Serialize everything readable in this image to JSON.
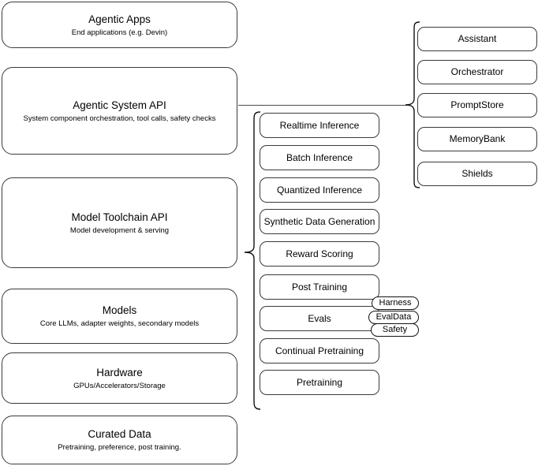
{
  "diagram": {
    "title": "Agentic stack layers",
    "stroke_color": "#3a3a3a",
    "background_color": "#ffffff"
  },
  "layers": [
    {
      "id": "agentic-apps",
      "title": "Agentic Apps",
      "subtitle": "End applications (e.g. Devin)"
    },
    {
      "id": "agentic-system-api",
      "title": "Agentic System API",
      "subtitle": "System component orchestration, tool calls, safety checks"
    },
    {
      "id": "model-toolchain-api",
      "title": "Model Toolchain API",
      "subtitle": "Model development & serving"
    },
    {
      "id": "models",
      "title": "Models",
      "subtitle": "Core LLMs, adapter weights, secondary models"
    },
    {
      "id": "hardware",
      "title": "Hardware",
      "subtitle": "GPUs/Accelerators/Storage"
    },
    {
      "id": "curated-data",
      "title": "Curated Data",
      "subtitle": "Pretraining, preference, post training."
    }
  ],
  "toolchain_components": [
    {
      "id": "realtime-inference",
      "label": "Realtime Inference"
    },
    {
      "id": "batch-inference",
      "label": "Batch Inference"
    },
    {
      "id": "quantized-inference",
      "label": "Quantized Inference"
    },
    {
      "id": "synthetic-data-generation",
      "label": "Synthetic Data Generation"
    },
    {
      "id": "reward-scoring",
      "label": "Reward Scoring"
    },
    {
      "id": "post-training",
      "label": "Post Training"
    },
    {
      "id": "evals",
      "label": "Evals"
    },
    {
      "id": "continual-pretraining",
      "label": "Continual Pretraining"
    },
    {
      "id": "pretraining",
      "label": "Pretraining"
    }
  ],
  "evals_tags": [
    {
      "id": "harness",
      "label": "Harness"
    },
    {
      "id": "evaldata",
      "label": "EvalData"
    },
    {
      "id": "safety",
      "label": "Safety"
    }
  ],
  "system_components": [
    {
      "id": "assistant",
      "label": "Assistant"
    },
    {
      "id": "orchestrator",
      "label": "Orchestrator"
    },
    {
      "id": "promptstore",
      "label": "PromptStore"
    },
    {
      "id": "memorybank",
      "label": "MemoryBank"
    },
    {
      "id": "shields",
      "label": "Shields"
    }
  ]
}
